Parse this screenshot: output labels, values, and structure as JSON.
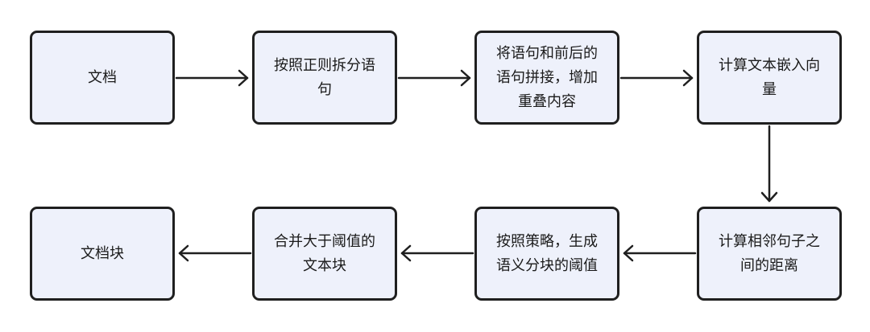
{
  "diagram": {
    "nodes": [
      {
        "id": "n1",
        "label": "文档"
      },
      {
        "id": "n2",
        "label": "按照正则拆分语句"
      },
      {
        "id": "n3",
        "label": "将语句和前后的语句拼接，增加重叠内容"
      },
      {
        "id": "n4",
        "label": "计算文本嵌入向量"
      },
      {
        "id": "n5",
        "label": "计算相邻句子之间的距离"
      },
      {
        "id": "n6",
        "label": "按照策略，生成语义分块的阈值"
      },
      {
        "id": "n7",
        "label": "合并大于阈值的文本块"
      },
      {
        "id": "n8",
        "label": "文档块"
      }
    ],
    "edges": [
      {
        "from": "n1",
        "to": "n2"
      },
      {
        "from": "n2",
        "to": "n3"
      },
      {
        "from": "n3",
        "to": "n4"
      },
      {
        "from": "n4",
        "to": "n5"
      },
      {
        "from": "n5",
        "to": "n6"
      },
      {
        "from": "n6",
        "to": "n7"
      },
      {
        "from": "n7",
        "to": "n8"
      }
    ],
    "colors": {
      "node_fill": "#eef1fb",
      "node_border": "#1f1f1f",
      "arrow": "#1f1f1f",
      "text": "#1a1a1a"
    }
  }
}
